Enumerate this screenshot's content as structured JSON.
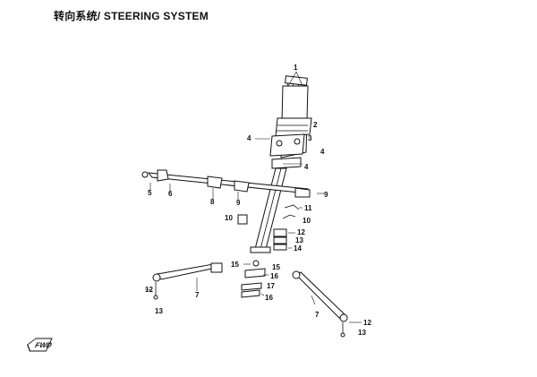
{
  "header": {
    "title": "转向系统/ STEERING SYSTEM"
  },
  "badge": {
    "label": "FWD"
  },
  "callouts": [
    {
      "id": "c1a",
      "text": "1"
    },
    {
      "id": "c2",
      "text": "2"
    },
    {
      "id": "c3",
      "text": "3"
    },
    {
      "id": "c4a",
      "text": "4"
    },
    {
      "id": "c4b",
      "text": "4"
    },
    {
      "id": "c4c",
      "text": "4"
    },
    {
      "id": "c5",
      "text": "5"
    },
    {
      "id": "c6",
      "text": "6"
    },
    {
      "id": "c8",
      "text": "8"
    },
    {
      "id": "c9a",
      "text": "9"
    },
    {
      "id": "c9b",
      "text": "9"
    },
    {
      "id": "c10a",
      "text": "10"
    },
    {
      "id": "c10b",
      "text": "10"
    },
    {
      "id": "c11",
      "text": "11"
    },
    {
      "id": "c12a",
      "text": "12"
    },
    {
      "id": "c13a",
      "text": "13"
    },
    {
      "id": "c14",
      "text": "14"
    },
    {
      "id": "c15a",
      "text": "15"
    },
    {
      "id": "c15b",
      "text": "15"
    },
    {
      "id": "c16a",
      "text": "16"
    },
    {
      "id": "c17",
      "text": "17"
    },
    {
      "id": "c16b",
      "text": "16"
    },
    {
      "id": "c12b",
      "text": "12"
    },
    {
      "id": "c13b",
      "text": "13"
    },
    {
      "id": "c7a",
      "text": "7"
    },
    {
      "id": "c12c",
      "text": "12"
    },
    {
      "id": "c13c",
      "text": "13"
    },
    {
      "id": "c7b",
      "text": "7"
    }
  ]
}
